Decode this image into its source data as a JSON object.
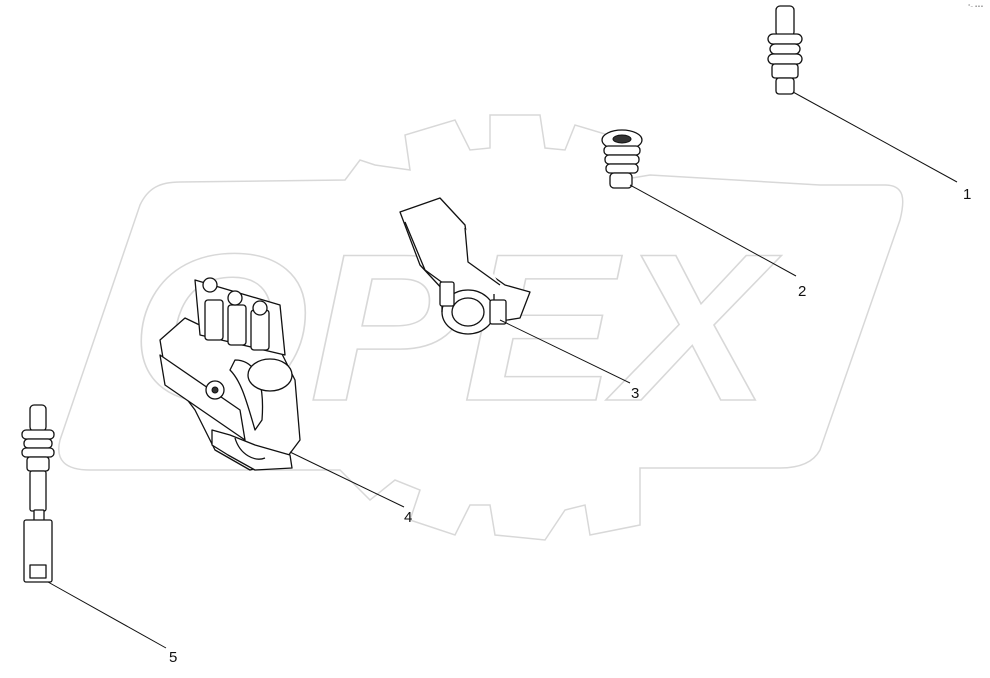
{
  "watermark": {
    "text": "OPEX"
  },
  "corner_mark": "°– •••",
  "callouts": [
    {
      "number": "1"
    },
    {
      "number": "2"
    },
    {
      "number": "3"
    },
    {
      "number": "4"
    },
    {
      "number": "5"
    }
  ]
}
